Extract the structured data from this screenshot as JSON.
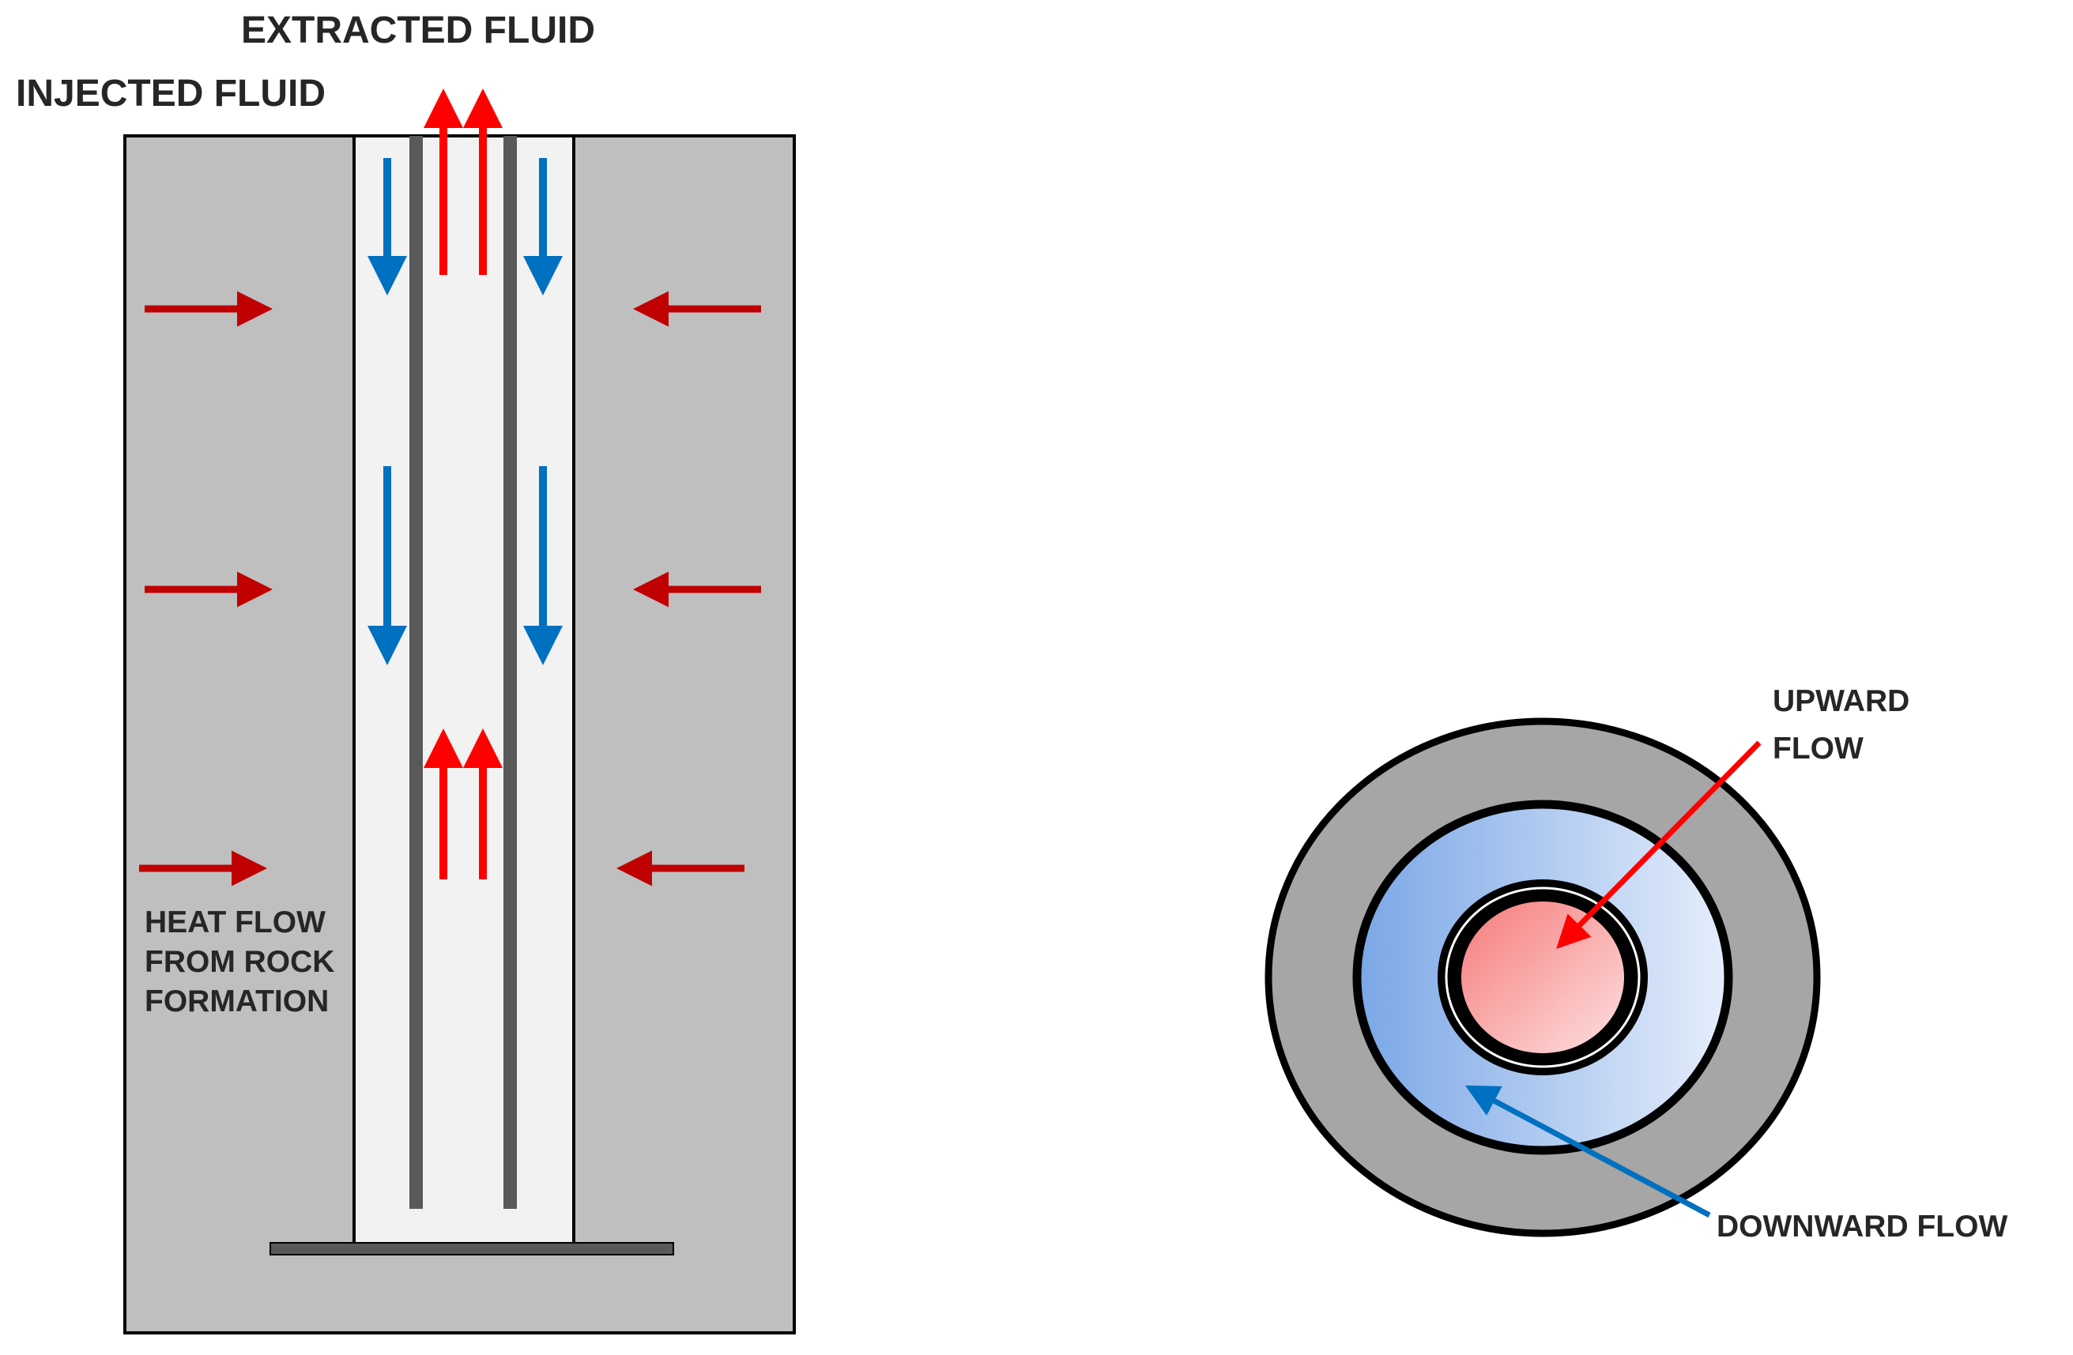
{
  "labels": {
    "extracted_fluid": "EXTRACTED FLUID",
    "injected_fluid": "INJECTED FLUID",
    "heat_flow": [
      "HEAT FLOW",
      "FROM ROCK",
      "FORMATION"
    ],
    "upward_flow": [
      "UPWARD",
      "FLOW"
    ],
    "downward_flow": "DOWNWARD FLOW"
  },
  "colors": {
    "rock": "#bfbfbf",
    "annulus_fluid": "#f2f2f2",
    "pipe_wall": "#595959",
    "outline": "#000000",
    "hot_flow": "#ff0000",
    "heat_arrow": "#c00000",
    "cold_flow": "#0070c0",
    "outer_ring": "#a6a6a6",
    "downward_fill_dark": "#7aa7e6",
    "downward_fill_light": "#e6eefb",
    "upward_fill_dark": "#f67b7b",
    "upward_fill_light": "#fde0e0"
  }
}
